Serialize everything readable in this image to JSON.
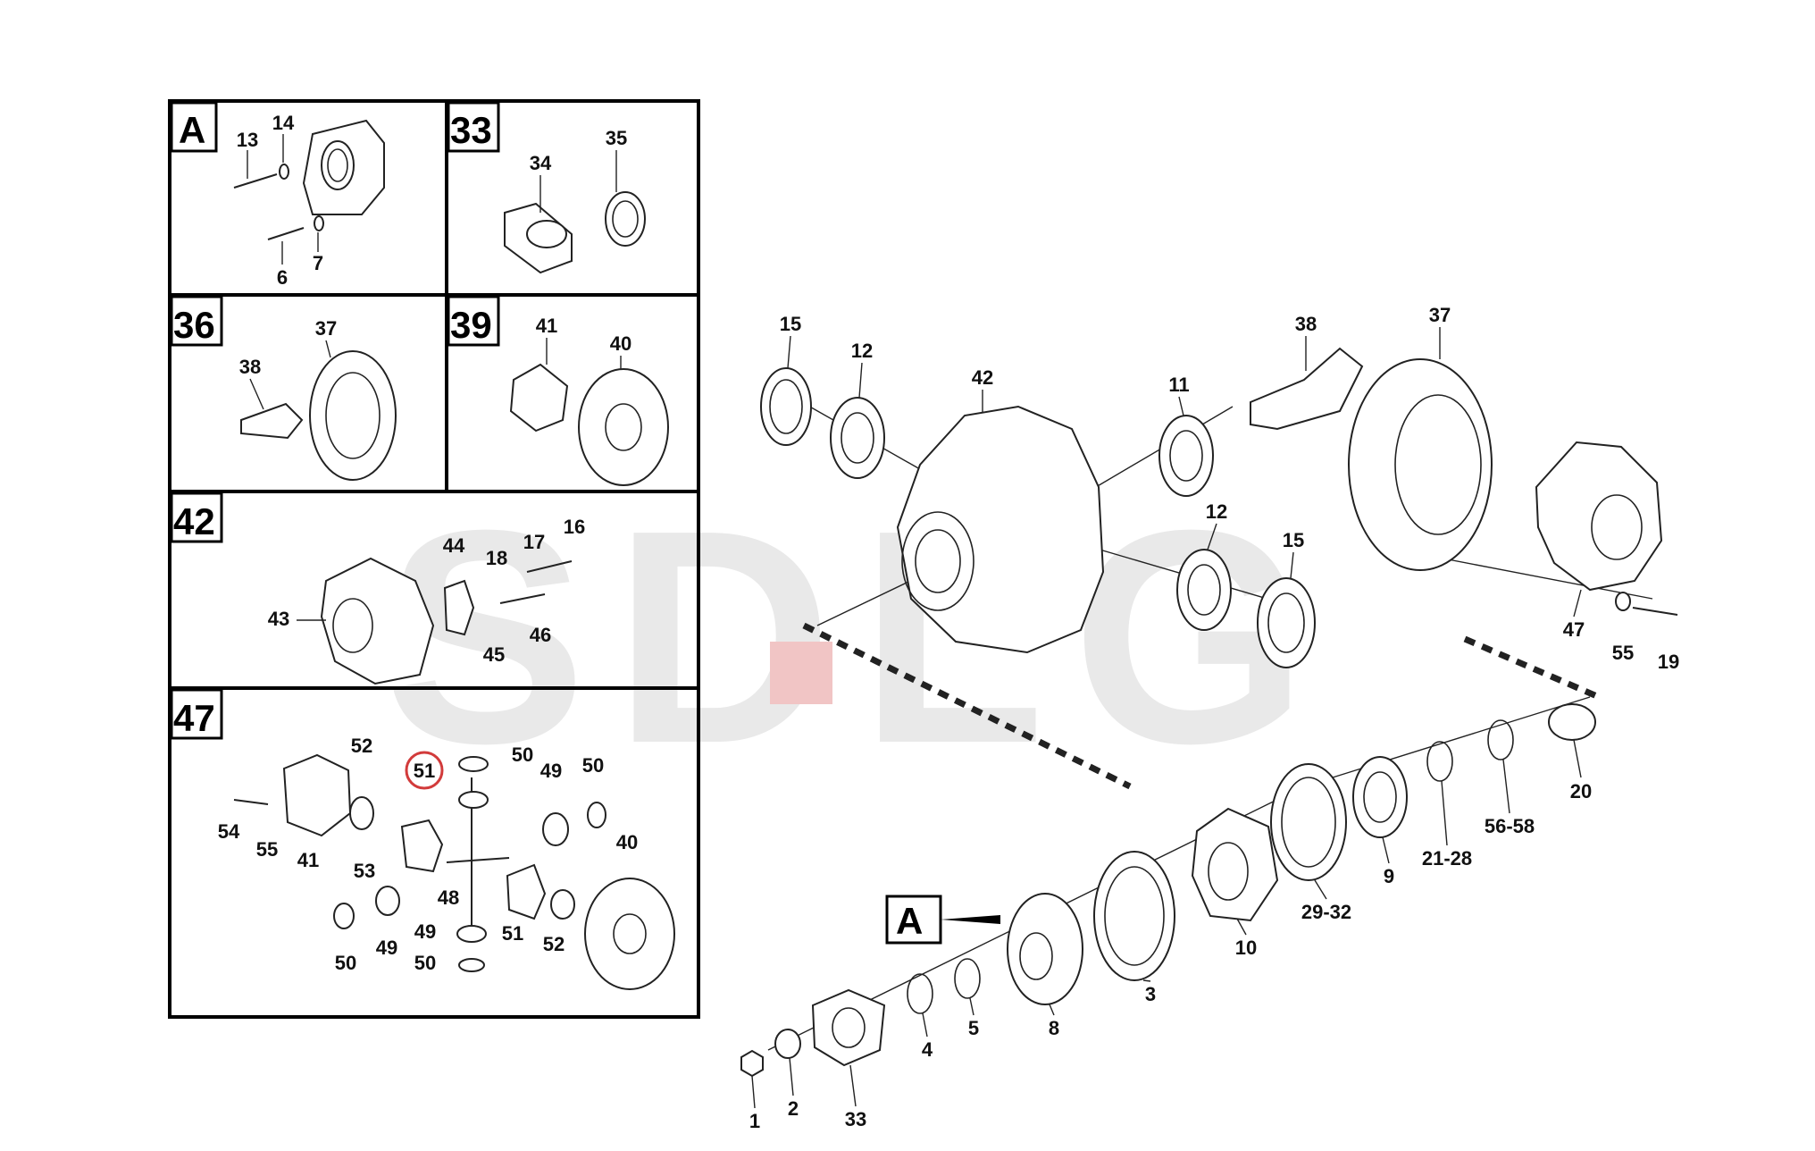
{
  "watermark": "SDLG",
  "accent": {
    "watermark_color": "#e9e9e9",
    "highlight_circle": "#d23b3b",
    "watermark_dot": "#f1c5c5"
  },
  "panels": {
    "A": {
      "title": "A",
      "labels": [
        "13",
        "14",
        "6",
        "7"
      ]
    },
    "33": {
      "title": "33",
      "labels": [
        "34",
        "35"
      ]
    },
    "36": {
      "title": "36",
      "labels": [
        "37",
        "38"
      ]
    },
    "39": {
      "title": "39",
      "labels": [
        "41",
        "40"
      ]
    },
    "42": {
      "title": "42",
      "labels": [
        "44",
        "18",
        "17",
        "16",
        "43",
        "45",
        "46"
      ]
    },
    "47": {
      "title": "47",
      "labels": [
        "52",
        "51",
        "50",
        "49",
        "50",
        "54",
        "55",
        "41",
        "53",
        "48",
        "40",
        "50",
        "49",
        "49",
        "51",
        "52",
        "50"
      ]
    }
  },
  "main": {
    "labels": [
      "15",
      "12",
      "42",
      "11",
      "38",
      "37",
      "12",
      "15",
      "47",
      "55",
      "19",
      "20",
      "56-58",
      "21-28",
      "9",
      "29-32",
      "10",
      "3",
      "8",
      "5",
      "4",
      "33",
      "2",
      "1"
    ],
    "callout": "A"
  }
}
